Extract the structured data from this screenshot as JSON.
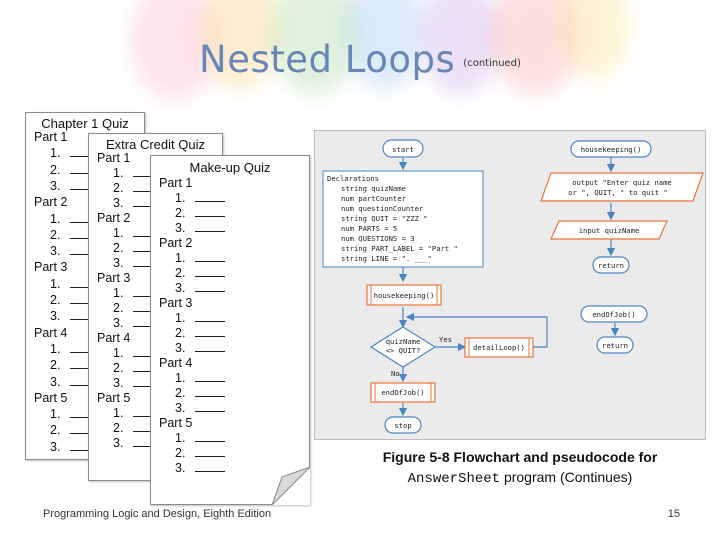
{
  "slide": {
    "title": "Nested Loops",
    "title_suffix": "(continued)",
    "footer_left": "Programming Logic and Design, Eighth Edition",
    "page_number": "15"
  },
  "papers": {
    "chapter": {
      "title": "Chapter 1 Quiz",
      "rows": [
        "Part 1",
        "1.",
        "2.",
        "3.",
        "Part 2",
        "1.",
        "2.",
        "3.",
        "Part 3",
        "1.",
        "2.",
        "3.",
        "Part 4",
        "1.",
        "2.",
        "3.",
        "Part 5",
        "1.",
        "2.",
        "3."
      ]
    },
    "extra": {
      "title": "Extra Credit Quiz",
      "rows": [
        "Part 1",
        "1.",
        "2.",
        "3.",
        "Part 2",
        "1.",
        "2.",
        "3.",
        "Part 3",
        "1.",
        "2.",
        "3.",
        "Part 4",
        "1.",
        "2.",
        "3.",
        "Part 5",
        "1.",
        "2.",
        "3."
      ]
    },
    "makeup": {
      "title": "Make-up Quiz",
      "rows": [
        "Part 1",
        "1.",
        "2.",
        "3.",
        "Part 2",
        "1.",
        "2.",
        "3.",
        "Part 3",
        "1.",
        "2.",
        "3.",
        "Part 4",
        "1.",
        "2.",
        "3.",
        "Part 5",
        "1.",
        "2.",
        "3."
      ]
    }
  },
  "flowchart": {
    "start": "start",
    "declarations": [
      "Declarations",
      "string quizName",
      "num partCounter",
      "num questionCounter",
      "string QUIT = \"ZZZ \"",
      "num PARTS = 5",
      "num QUESTIONS = 3",
      "string PART_LABEL = \"Part \"",
      "string LINE = \". ___\""
    ],
    "housekeeping_call": "housekeeping()",
    "decision": [
      "quizName",
      "<> QUIT?"
    ],
    "yes_label": "Yes",
    "no_label": "No",
    "detail_call": "detailLoop()",
    "endofjob_call": "endOfJob()",
    "stop": "stop",
    "hk_header": "housekeeping()",
    "hk_output": [
      "output \"Enter quiz name",
      "or \", QUIT, \" to quit \""
    ],
    "hk_input": "input quizName",
    "hk_return": "return",
    "eoj_header": "endOfJob()",
    "eoj_return": "return"
  },
  "caption": {
    "line1": "Figure 5-8 Flowchart and pseudocode for",
    "code": "AnswerSheet",
    "line2_rest": " program (Continues)"
  },
  "colors": {
    "title": "#6a86b8",
    "accent_orange": "#e8743b",
    "flow_blue": "#4a86c5"
  }
}
